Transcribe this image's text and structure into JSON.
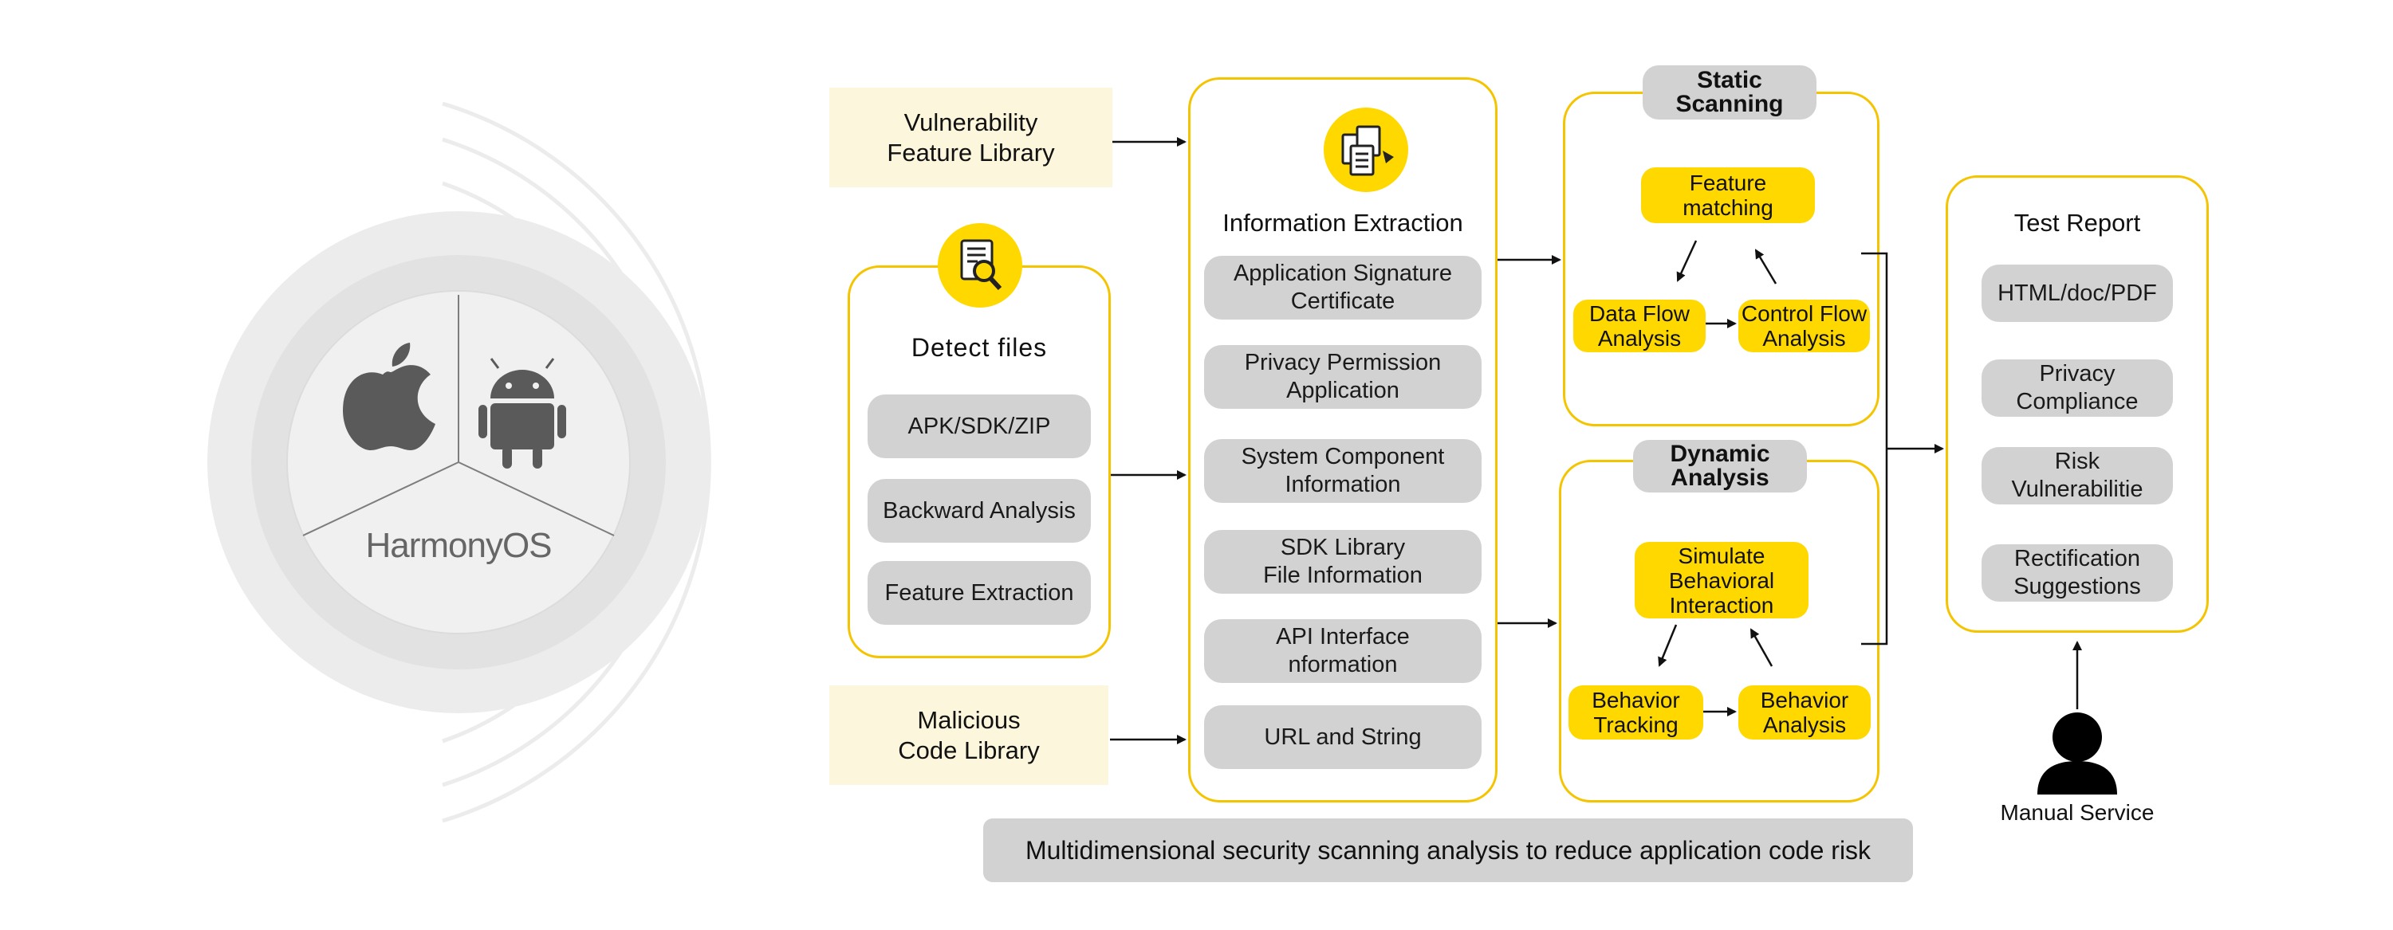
{
  "logo": {
    "os_brand": "HarmonyOS"
  },
  "libraries": {
    "vulnerability": "Vulnerability\nFeature Library",
    "malicious": "Malicious\nCode Library"
  },
  "detect": {
    "title": "Detect files",
    "items": [
      "APK/SDK/ZIP",
      "Backward Analysis",
      "Feature Extraction"
    ]
  },
  "extraction": {
    "title": "Information Extraction",
    "items": [
      "Application Signature\nCertificate",
      "Privacy Permission\nApplication",
      "System Component\nInformation",
      "SDK Library\nFile Information",
      "API Interface\nnformation",
      "URL and String"
    ]
  },
  "static_scanning": {
    "title": "Static\nScanning",
    "top": "Feature\nmatching",
    "left": "Data Flow\nAnalysis",
    "right": "Control Flow\nAnalysis"
  },
  "dynamic_analysis": {
    "title": "Dynamic\nAnalysis",
    "top": "Simulate\nBehavioral\nInteraction",
    "left": "Behavior\nTracking",
    "right": "Behavior\nAnalysis"
  },
  "report": {
    "title": "Test Report",
    "items": [
      "HTML/doc/PDF",
      "Privacy\nCompliance",
      "Risk\nVulnerabilitie",
      "Rectification\nSuggestions"
    ]
  },
  "manual_service": "Manual Service",
  "banner": "Multidimensional security scanning analysis to reduce application code risk",
  "colors": {
    "accent_yellow": "#ffd800",
    "border_yellow": "#f5c400",
    "pill_gray": "#d2d2d2",
    "library_bg": "#fbf6dc"
  }
}
